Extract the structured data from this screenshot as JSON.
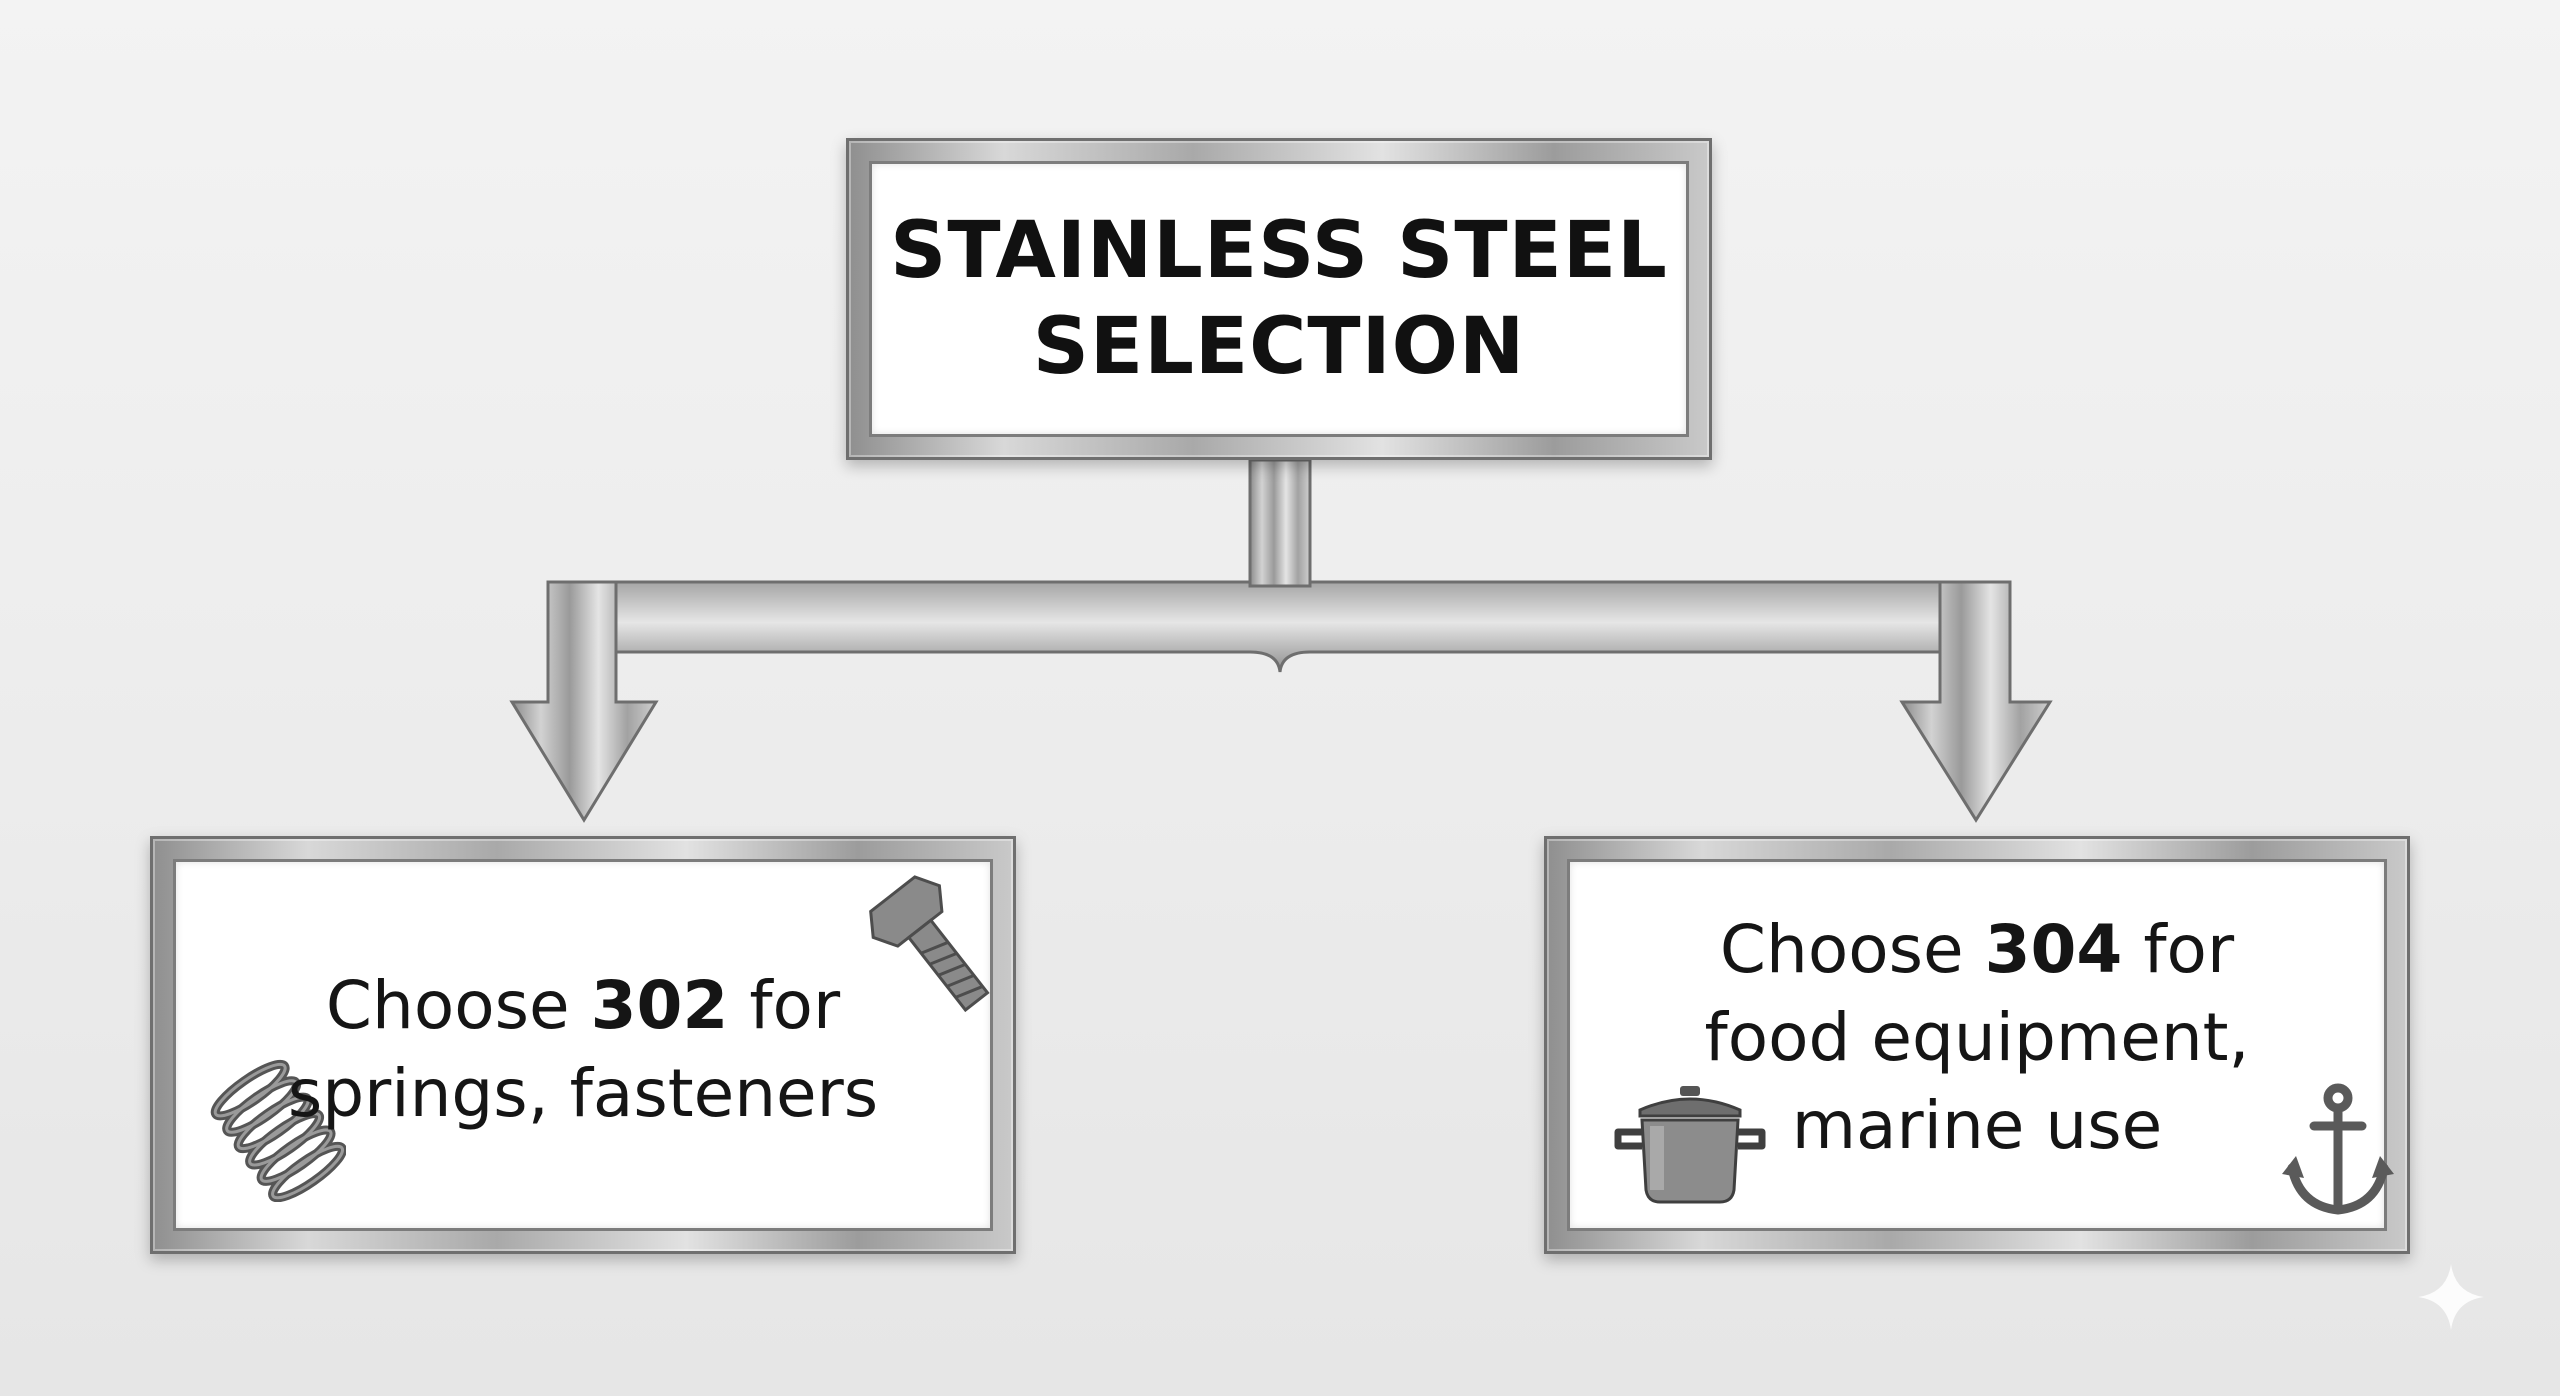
{
  "title": {
    "line1": "STAINLESS STEEL",
    "line2": "SELECTION"
  },
  "left_option": {
    "prefix": "Choose ",
    "grade": "302",
    "suffix": " for",
    "line2": "springs, fasteners",
    "icons": [
      "bolt-icon",
      "spring-icon"
    ]
  },
  "right_option": {
    "prefix": "Choose ",
    "grade": "304",
    "suffix": " for",
    "line2": "food equipment,",
    "line3": "marine use",
    "icons": [
      "pot-icon",
      "anchor-icon"
    ]
  },
  "colors": {
    "background": "#eeeeee",
    "steel_dark": "#7a7a7a",
    "steel_light": "#e0e0e0",
    "text": "#111111",
    "panel": "#ffffff"
  }
}
